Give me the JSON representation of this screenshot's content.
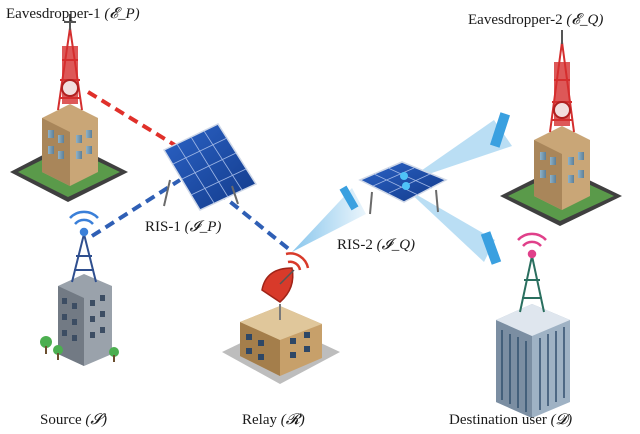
{
  "labels": {
    "eavesdropper1": {
      "name": "Eavesdropper-1",
      "symbol": "(𝓔_P)"
    },
    "eavesdropper2": {
      "name": "Eavesdropper-2",
      "symbol": "(𝓔_Q)"
    },
    "ris1": {
      "name": "RIS-1",
      "symbol": "(𝓘_P)"
    },
    "ris2": {
      "name": "RIS-2",
      "symbol": "(𝓘_Q)"
    },
    "source": {
      "name": "Source",
      "symbol": "(𝓢)"
    },
    "relay": {
      "name": "Relay",
      "symbol": "(𝓡)"
    },
    "destination": {
      "name": "Destination user",
      "symbol": "(𝓓)"
    }
  },
  "colors": {
    "eavesdrop_link": "#e0302a",
    "legit_link": "#2f5fb5",
    "beam": "#3aa0e0",
    "panel": "#1f4fb0",
    "building_tan": "#caa87a",
    "relay_dish": "#d83a2a",
    "tower_red": "#d42e2e",
    "antenna_pink": "#e0408a",
    "antenna_blue": "#3a7fd8"
  }
}
